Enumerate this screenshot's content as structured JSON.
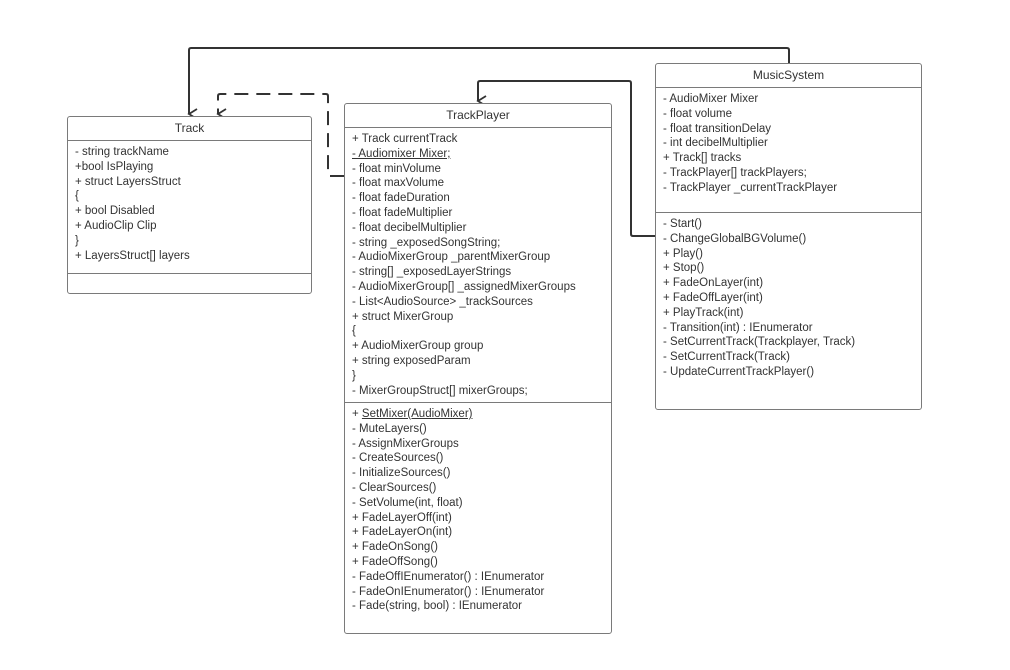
{
  "classes": {
    "track": {
      "title": "Track",
      "attributes": [
        "- string trackName",
        "+bool IsPlaying",
        "+ struct LayersStruct",
        "{",
        "+ bool Disabled",
        "+ AudioClip Clip",
        "}",
        "+ LayersStruct[] layers"
      ],
      "methods": []
    },
    "trackplayer": {
      "title": "TrackPlayer",
      "attributes": [
        "+ Track currentTrack",
        "- Audiomixer Mixer;",
        "- float minVolume",
        "- float maxVolume",
        "- float fadeDuration",
        "- float fadeMultiplier",
        "- float decibelMultiplier",
        "- string _exposedSongString;",
        "- AudioMixerGroup _parentMixerGroup",
        "- string[] _exposedLayerStrings",
        "- AudioMixerGroup[] _assignedMixerGroups",
        "- List<AudioSource> _trackSources",
        "+ struct MixerGroup",
        "{",
        "+ AudioMixerGroup group",
        "+ string exposedParam",
        "}",
        "- MixerGroupStruct[] mixerGroups;"
      ],
      "methods": [
        "+ SetMixer(AudioMixer)",
        "- MuteLayers()",
        "- AssignMixerGroups",
        "- CreateSources()",
        "- InitializeSources()",
        "- ClearSources()",
        "- SetVolume(int, float)",
        "+ FadeLayerOff(int)",
        "+ FadeLayerOn(int)",
        "+ FadeOnSong()",
        "+ FadeOffSong()",
        "- FadeOffIEnumerator() : IEnumerator",
        "- FadeOnIEnumerator() : IEnumerator",
        "- Fade(string, bool) : IEnumerator"
      ]
    },
    "musicsystem": {
      "title": "MusicSystem",
      "attributes": [
        "- AudioMixer Mixer",
        "- float volume",
        "- float transitionDelay",
        "- int decibelMultiplier",
        "+ Track[] tracks",
        "- TrackPlayer[] trackPlayers;",
        "- TrackPlayer _currentTrackPlayer"
      ],
      "methods": [
        "- Start()",
        "- ChangeGlobalBGVolume()",
        "+ Play()",
        "+ Stop()",
        "+ FadeOnLayer(int)",
        "+ FadeOffLayer(int)",
        "+ PlayTrack(int)",
        "- Transition(int) : IEnumerator",
        "- SetCurrentTrack(Trackplayer, Track)",
        "- SetCurrentTrack(Track)",
        "- UpdateCurrentTrackPlayer()"
      ]
    }
  },
  "colors": {
    "line": "#333333",
    "border": "#7a7a7a",
    "text": "#333333",
    "background": "#ffffff"
  }
}
